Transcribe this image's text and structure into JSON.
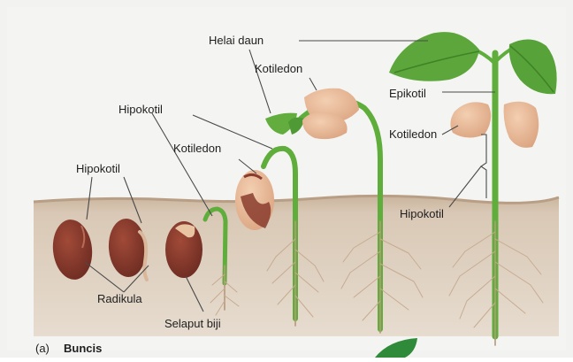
{
  "labels": {
    "hipokotil_1": "Hipokotil",
    "radikula": "Radikula",
    "selaput_biji": "Selaput biji",
    "hipokotil_2": "Hipokotil",
    "kotiledon_1": "Kotiledon",
    "helai_daun": "Helai daun",
    "kotiledon_2": "Kotiledon",
    "epikotil": "Epikotil",
    "kotiledon_3": "Kotiledon",
    "hipokotil_3": "Hipokotil"
  },
  "caption": {
    "prefix": "(a)",
    "title": "Buncis"
  },
  "colors": {
    "background": "#f2f2f0",
    "soil": "#d8c6b2",
    "soil_edge": "#b89e85",
    "seed": "#8a3c2e",
    "stem": "#5fae3c",
    "leaf": "#5da63c",
    "cotyledon": "#e7b995",
    "root": "#b8977a"
  }
}
